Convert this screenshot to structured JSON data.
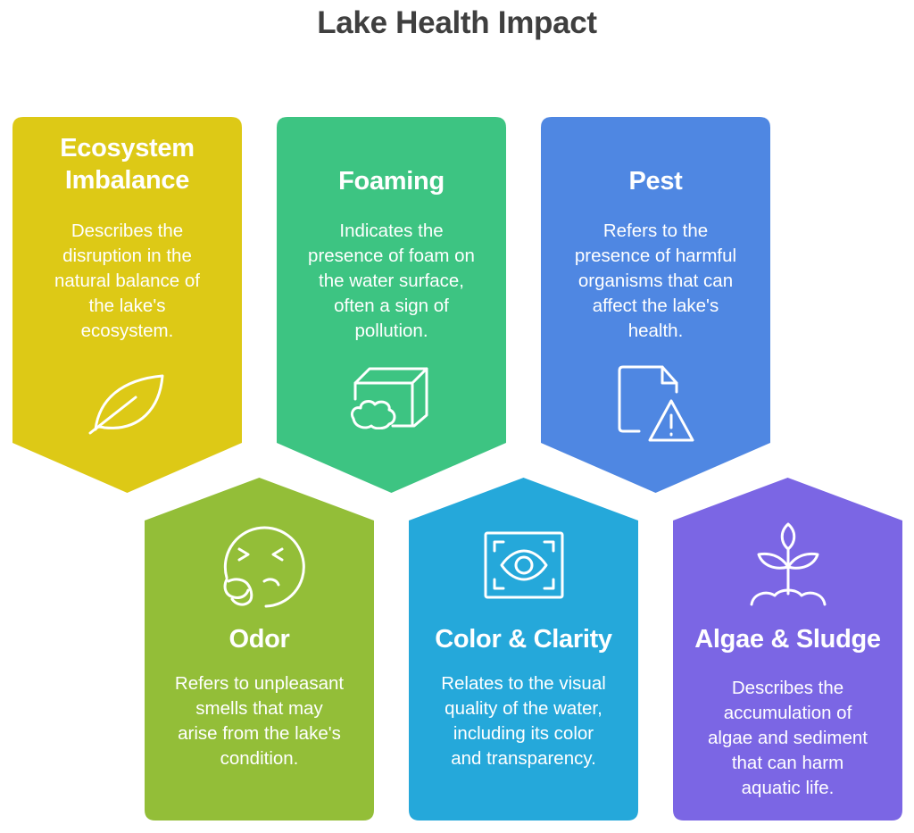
{
  "title": "Lake Health Impact",
  "colors": {
    "ecosystem": "#DDC916",
    "foaming": "#3DC482",
    "pest": "#4F87E2",
    "odor": "#93BE38",
    "clarity": "#25A8DA",
    "algae": "#7B66E4"
  },
  "cards": {
    "ecosystem": {
      "heading": [
        "Ecosystem",
        "Imbalance"
      ],
      "description": [
        "Describes the",
        "disruption in the",
        "natural balance of",
        "the lake's",
        "ecosystem."
      ],
      "icon": "leaf-icon"
    },
    "foaming": {
      "heading": "Foaming",
      "description": [
        "Indicates the",
        "presence of foam on",
        "the water surface,",
        "often a sign of",
        "pollution."
      ],
      "icon": "foam-cube-icon"
    },
    "pest": {
      "heading": "Pest",
      "description": [
        "Refers to the",
        "presence of harmful",
        "organisms that can",
        "affect the lake's",
        "health."
      ],
      "icon": "document-warning-icon"
    },
    "odor": {
      "heading": "Odor",
      "description": [
        "Refers to unpleasant",
        "smells that may",
        "arise from the lake's",
        "condition."
      ],
      "icon": "disgusted-face-icon"
    },
    "clarity": {
      "heading": "Color & Clarity",
      "description": [
        "Relates to the visual",
        "quality of the water,",
        "including its color",
        "and transparency."
      ],
      "icon": "eye-scan-icon"
    },
    "algae": {
      "heading": "Algae & Sludge",
      "description": [
        "Describes the",
        "accumulation of",
        "algae and sediment",
        "that can harm",
        "aquatic life."
      ],
      "icon": "sprout-icon"
    }
  }
}
